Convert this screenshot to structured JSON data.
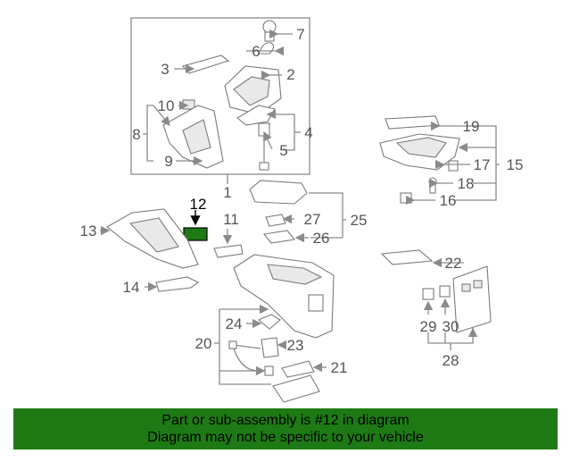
{
  "diagram": {
    "highlight_color": "#1e7a14",
    "callouts": {
      "c1": "1",
      "c2": "2",
      "c3": "3",
      "c4": "4",
      "c5": "5",
      "c6": "6",
      "c7": "7",
      "c8": "8",
      "c9": "9",
      "c10": "10",
      "c11": "11",
      "c12": "12",
      "c13": "13",
      "c14": "14",
      "c15": "15",
      "c16": "16",
      "c17": "17",
      "c18": "18",
      "c19": "19",
      "c20": "20",
      "c21": "21",
      "c22": "22",
      "c23": "23",
      "c24": "24",
      "c25": "25",
      "c26": "26",
      "c27": "27",
      "c28": "28",
      "c29": "29",
      "c30": "30"
    }
  },
  "banner": {
    "line1": "Part or sub-assembly is #12 in diagram",
    "line2": "Diagram may not be specific to your vehicle",
    "background": "#1e7a14"
  }
}
